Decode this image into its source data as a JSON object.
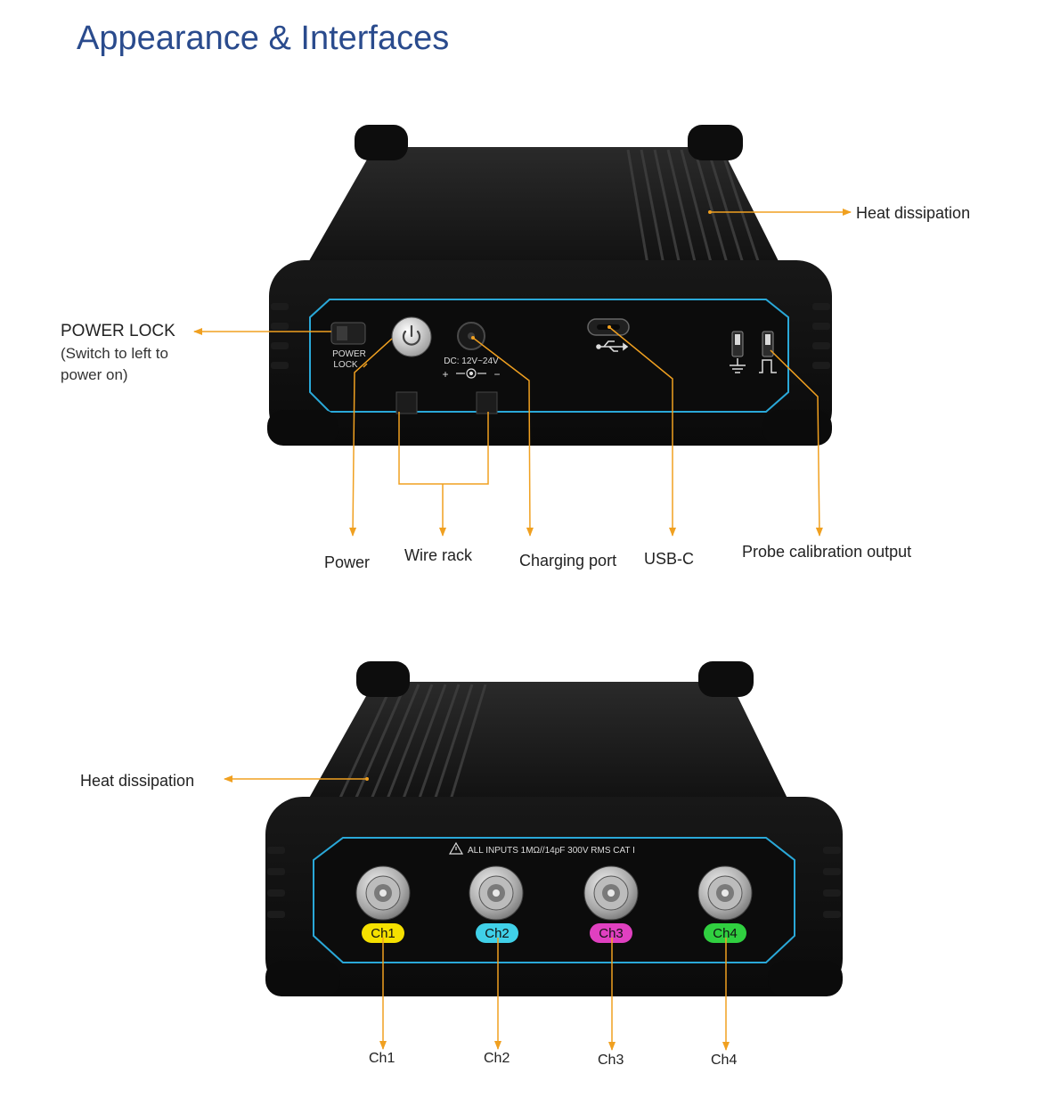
{
  "title": "Appearance & Interfaces",
  "colors": {
    "title": "#2a4b8d",
    "callout": "#f0a020",
    "panel_trim": "#2aa8d8",
    "body": "#141414",
    "ch1": "#f5e000",
    "ch2": "#40d0e8",
    "ch3": "#e040c0",
    "ch4": "#30d040"
  },
  "top_view": {
    "labels": {
      "heat_dissipation": "Heat dissipation",
      "power_lock": "POWER LOCK",
      "power_lock_note_1": "(Switch to left to",
      "power_lock_note_2": "power on)",
      "power": "Power",
      "wire_rack": "Wire rack",
      "charging_port": "Charging port",
      "usb_c": "USB-C",
      "probe_calibration": "Probe calibration output"
    },
    "panel_text": {
      "power_lock_1": "POWER",
      "power_lock_2": "LOCK",
      "dc_rating": "DC: 12V~24V",
      "dc_plus": "+",
      "dc_minus": "−"
    },
    "icons": [
      "power-icon",
      "usb-icon",
      "ground-icon",
      "square-wave-icon"
    ]
  },
  "bottom_view": {
    "labels": {
      "heat_dissipation": "Heat dissipation",
      "ch1": "Ch1",
      "ch2": "Ch2",
      "ch3": "Ch3",
      "ch4": "Ch4"
    },
    "panel_text": {
      "warning": "ALL INPUTS 1MΩ//14pF 300V RMS CAT I",
      "ch1": "Ch1",
      "ch2": "Ch2",
      "ch3": "Ch3",
      "ch4": "Ch4"
    },
    "icons": [
      "warning-icon",
      "bnc-connector-icon"
    ]
  }
}
